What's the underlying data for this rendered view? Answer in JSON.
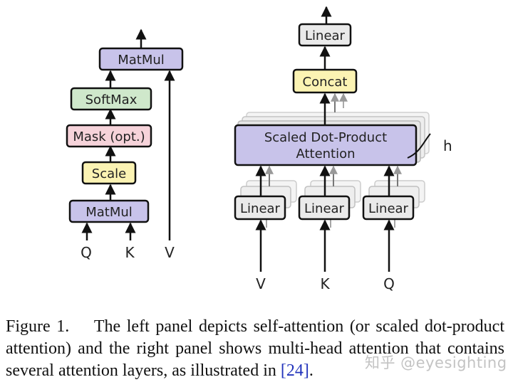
{
  "left_panel": {
    "boxes": {
      "matmul_top": "MatMul",
      "softmax": "SoftMax",
      "mask": "Mask (opt.)",
      "scale": "Scale",
      "matmul_bottom": "MatMul"
    },
    "inputs": {
      "q": "Q",
      "k": "K",
      "v": "V"
    }
  },
  "right_panel": {
    "boxes": {
      "linear_top": "Linear",
      "concat": "Concat",
      "attention_line1": "Scaled Dot-Product",
      "attention_line2": "Attention",
      "linear_v": "Linear",
      "linear_k": "Linear",
      "linear_q": "Linear"
    },
    "heads_label": "h",
    "inputs": {
      "v": "V",
      "k": "K",
      "q": "Q"
    }
  },
  "caption": {
    "prefix": "Figure 1.",
    "text": "The left panel depicts self-attention (or scaled dot-product attention) and the right panel shows multi-head attention that contains several attention layers, as illustrated in ",
    "ref": "[24]",
    "suffix": "."
  },
  "watermark": "知乎 @eyesighting",
  "colors": {
    "matmul": "#c8c3ea",
    "softmax": "#cfe8cb",
    "mask": "#f6d3da",
    "scale": "#fbf3b3",
    "linear": "#eaeaea",
    "concat": "#fbf3b3",
    "attention": "#c8c3ea",
    "reference": "#2233bb"
  }
}
